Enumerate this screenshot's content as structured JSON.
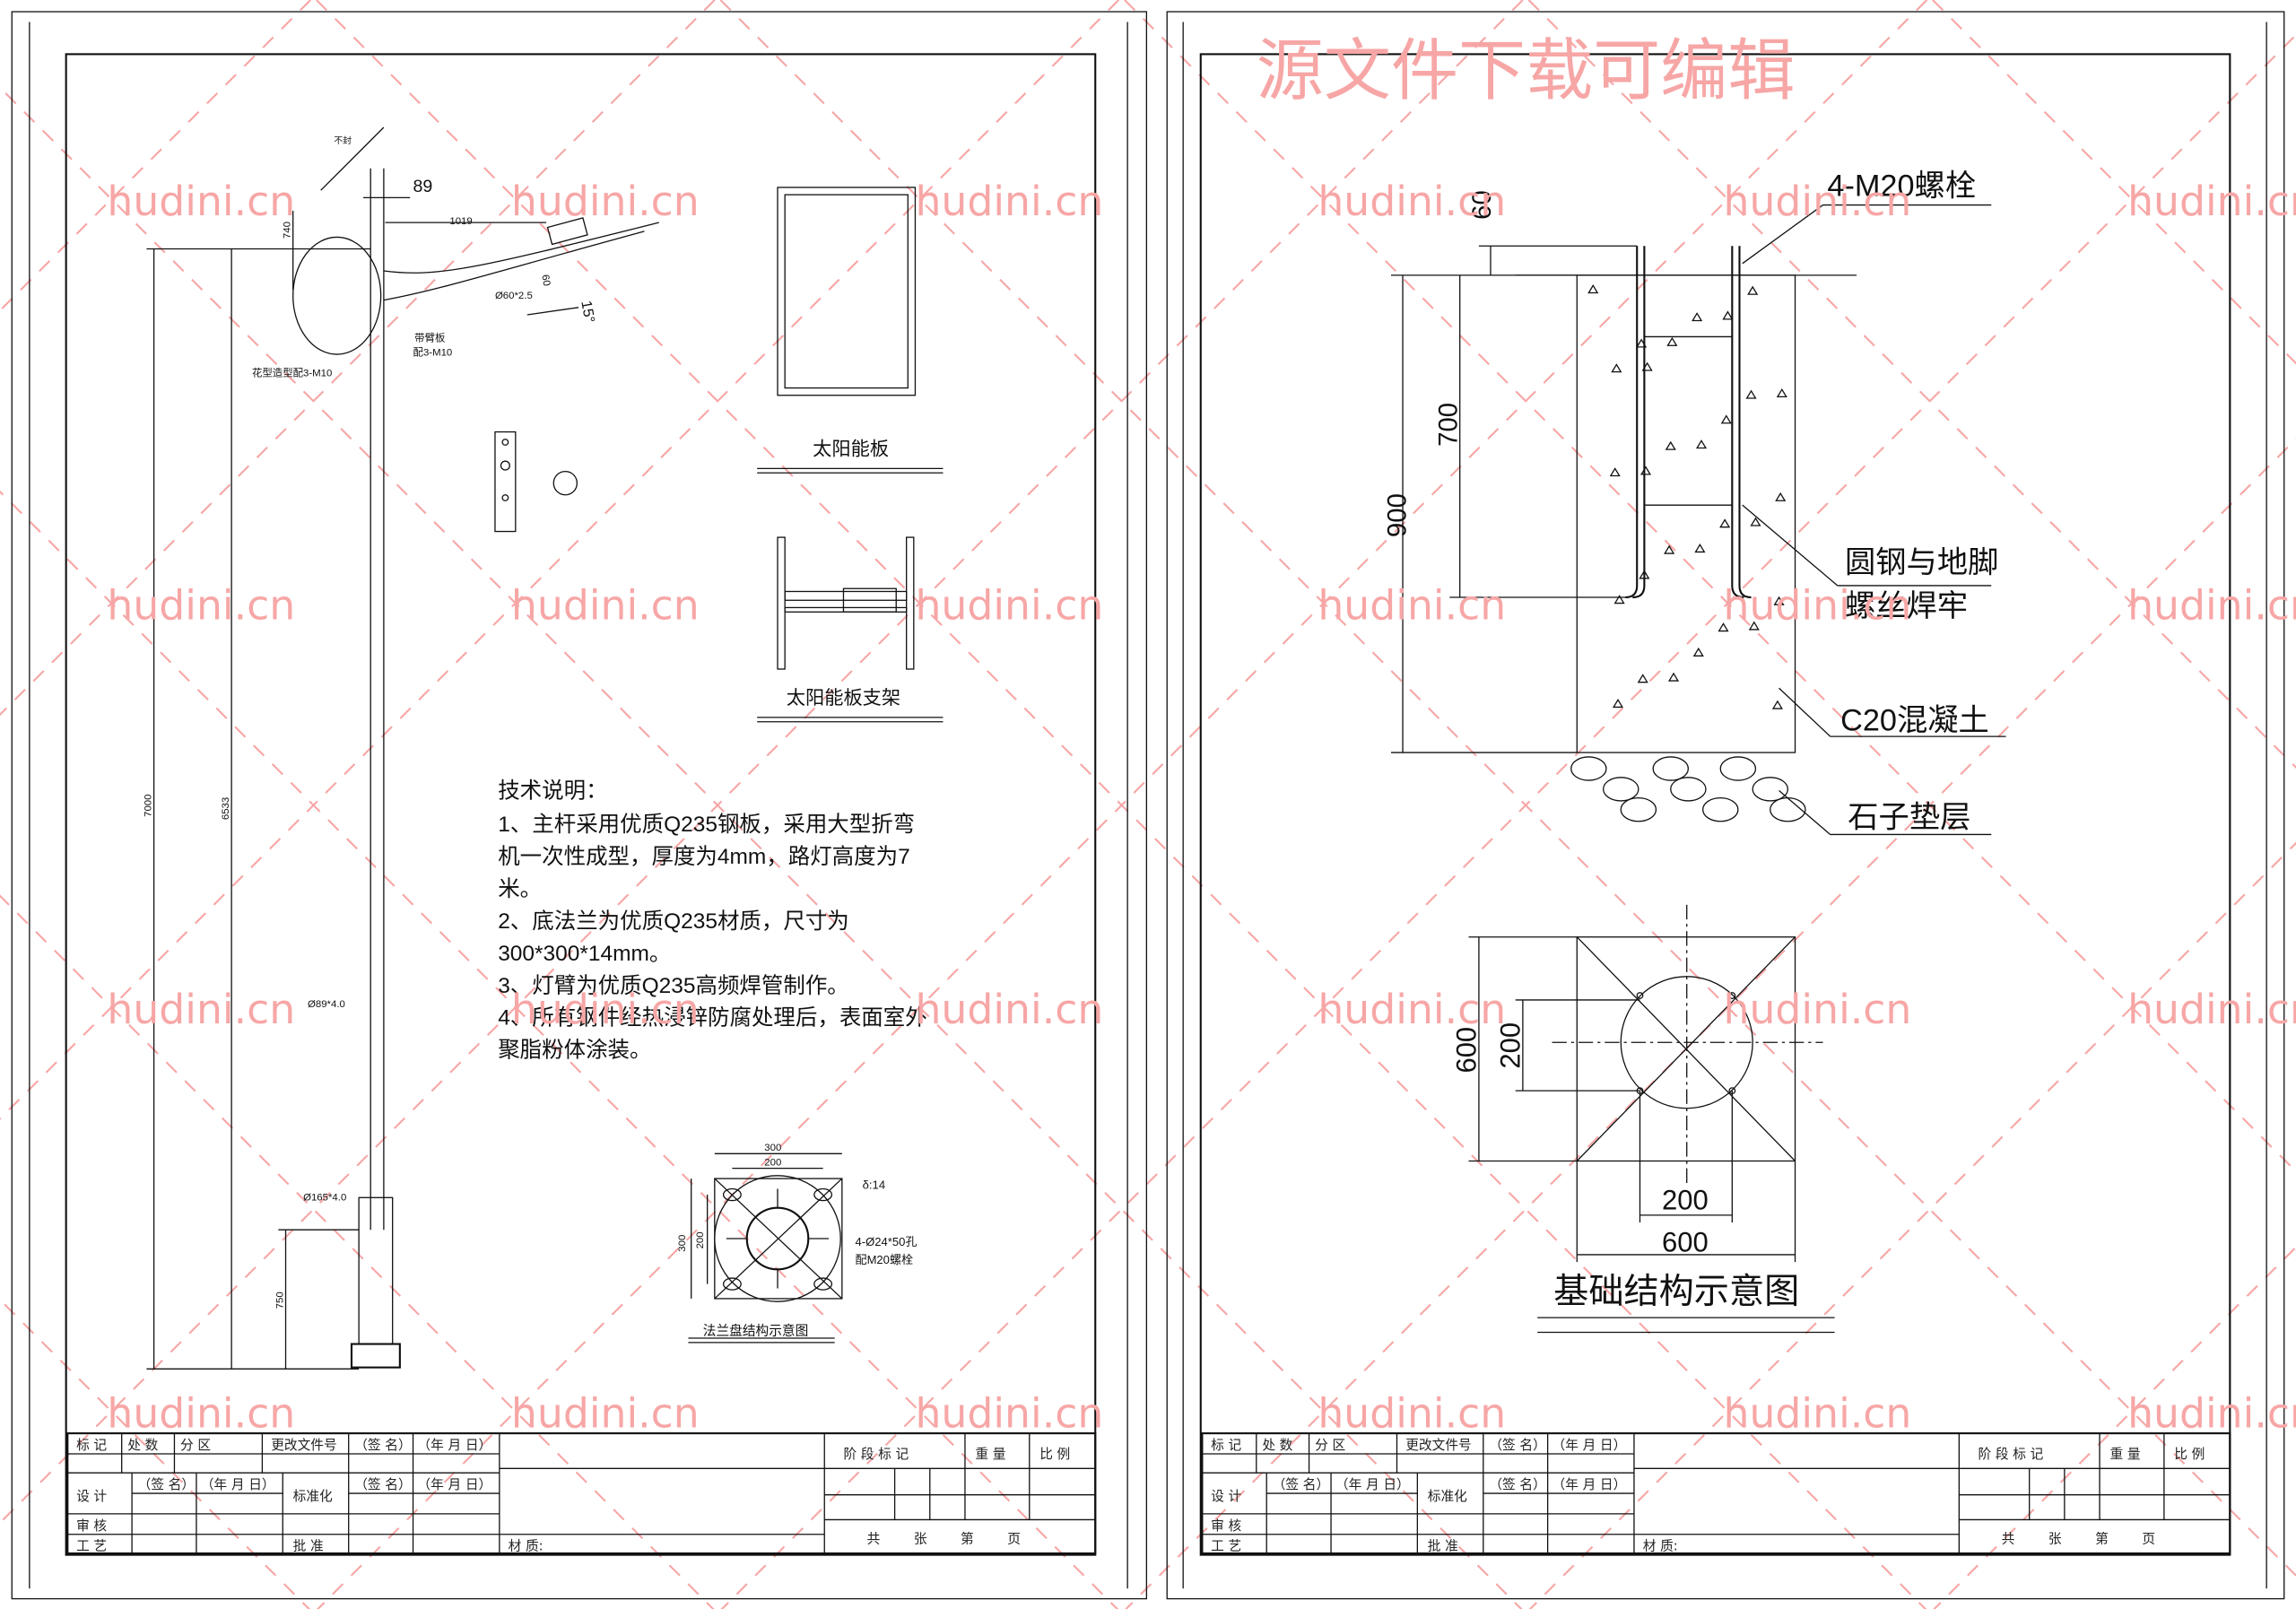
{
  "watermark": {
    "text": "hudini.cn",
    "banner": "源文件下载可编辑",
    "color": "#f7a6a6"
  },
  "left_sheet": {
    "pole": {
      "cap_label": "不封",
      "dim_89": "89",
      "dim_1019": "1019",
      "dim_740": "740",
      "dim_60": "60",
      "arm_pipe": "Ø60*2.5",
      "angle": "15°",
      "bracket_plate": "带臂板",
      "bracket_plate_bolts": "配3-M10",
      "decor_label": "花型造型配3-M10",
      "dim_7000": "7000",
      "dim_6533": "6533",
      "dim_750": "750",
      "upper_pipe": "Ø89*4.0",
      "lower_pipe": "Ø165*4.0"
    },
    "solar_panel_label": "太阳能板",
    "solar_bracket_label": "太阳能板支架",
    "notes": {
      "title": "技术说明：",
      "lines": [
        "1、主杆采用优质Q235钢板，采用大型折弯",
        "机一次性成型，厚度为4mm，路灯高度为7",
        "米。",
        "2、底法兰为优质Q235材质，尺寸为",
        "300*300*14mm。",
        "3、灯臂为优质Q235高频焊管制作。",
        "4、所有钢件经热浸锌防腐处理后，表面室外",
        "聚脂粉体涂装。"
      ]
    },
    "flange": {
      "dim_300_h": "300",
      "dim_200_h": "200",
      "dim_300_v": "300",
      "dim_200_v": "200",
      "thickness": "δ:14",
      "holes": "4-Ø24*50孔",
      "bolts": "配M20螺栓",
      "title": "法兰盘结构示意图"
    }
  },
  "right_sheet": {
    "bolt_label": "4-M20螺栓",
    "weld_label_1": "圆钢与地脚",
    "weld_label_2": "螺丝焊牢",
    "concrete_label": "C20混凝土",
    "gravel_label": "石子垫层",
    "dim_60": "60",
    "dim_700": "700",
    "dim_900": "900",
    "plan_dim_600_v": "600",
    "plan_dim_200_v": "200",
    "plan_dim_200_h": "200",
    "plan_dim_600_h": "600",
    "title": "基础结构示意图"
  },
  "title_block": {
    "mark": "标 记",
    "count": "处 数",
    "zone": "分 区",
    "change_doc": "更改文件号",
    "sign": "（签 名）",
    "date": "（年 月 日）",
    "design": "设 计",
    "standard": "标准化",
    "review": "审 核",
    "process": "工 艺",
    "approve": "批 准",
    "material": "材 质:",
    "stage": "阶 段 标 记",
    "weight": "重 量",
    "scale": "比 例",
    "pages": [
      "共",
      "张",
      "第",
      "页"
    ]
  }
}
